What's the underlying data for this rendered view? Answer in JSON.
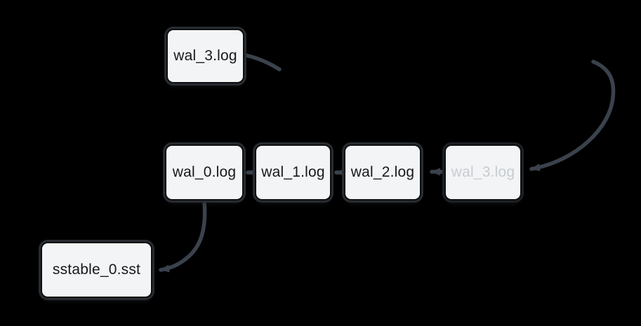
{
  "colors": {
    "background": "#000000",
    "arrow": "#3a424c",
    "node_fill": "#f3f4f5",
    "node_border": "#0d0f11",
    "node_outline": "#282c31",
    "node_text": "#16181a",
    "faded_text": "#c7ccd2"
  },
  "nodes": [
    {
      "id": "wal3-top",
      "label": "wal_3.log",
      "variant": "normal"
    },
    {
      "id": "wal0",
      "label": "wal_0.log",
      "variant": "normal"
    },
    {
      "id": "wal1",
      "label": "wal_1.log",
      "variant": "normal"
    },
    {
      "id": "wal2",
      "label": "wal_2.log",
      "variant": "normal"
    },
    {
      "id": "wal3-row",
      "label": "wal_3.log",
      "variant": "faded"
    },
    {
      "id": "sstable0",
      "label": "sstable_0.sst",
      "variant": "normal"
    }
  ],
  "edges": [
    {
      "from": "wal_1.log",
      "to": "wal_0.log"
    },
    {
      "from": "wal_2.log",
      "to": "wal_1.log"
    },
    {
      "from": "wal_3.log (faded)",
      "to": "wal_2.log"
    },
    {
      "from": "wal_3.log (top)",
      "to": "clipped at right"
    },
    {
      "from": "clipped at top right",
      "to": "wal_3.log (faded)"
    },
    {
      "from": "wal_0.log",
      "to": "sstable_0.sst"
    }
  ]
}
